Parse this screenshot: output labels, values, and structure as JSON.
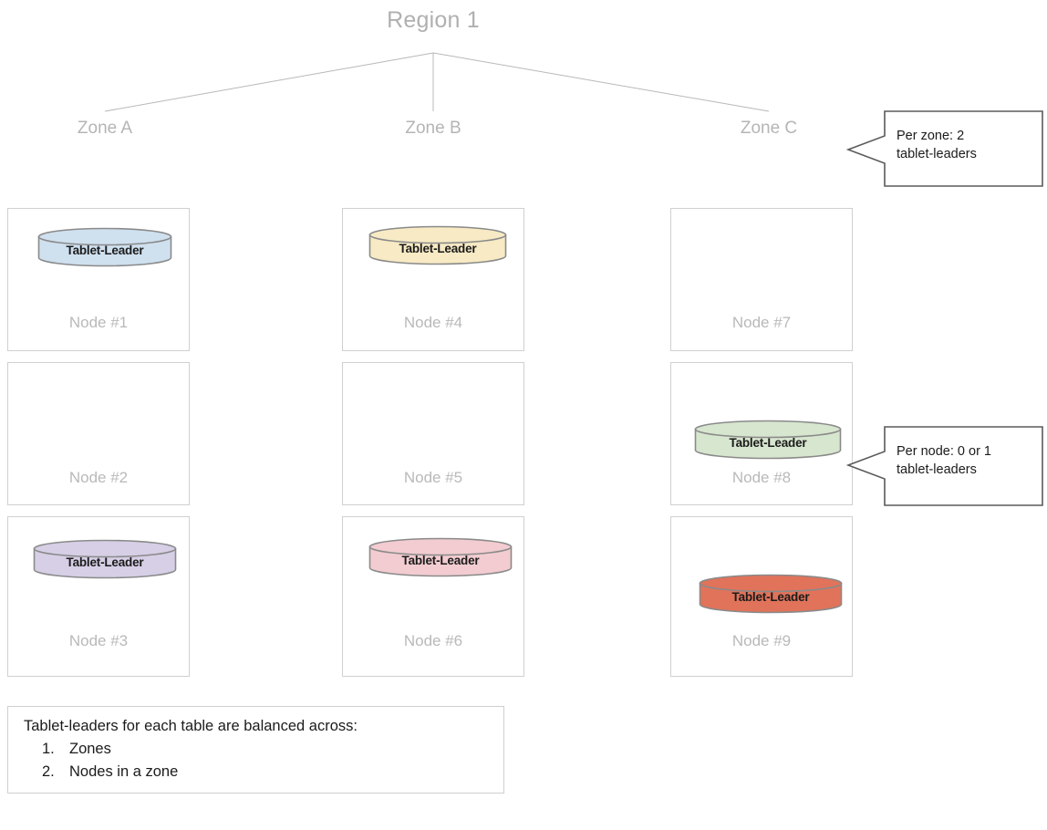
{
  "diagram": {
    "region_title": "Region 1",
    "zones": [
      {
        "label": "Zone A"
      },
      {
        "label": "Zone B"
      },
      {
        "label": "Zone C"
      }
    ],
    "cylinder_label": "Tablet-Leader",
    "nodes": [
      {
        "label": "Node #1",
        "zone": "Zone A",
        "has_leader": true,
        "color": "#cfe0ef",
        "border": "#8a8a8a"
      },
      {
        "label": "Node #2",
        "zone": "Zone A",
        "has_leader": false,
        "color": "",
        "border": ""
      },
      {
        "label": "Node #3",
        "zone": "Zone A",
        "has_leader": true,
        "color": "#d6cfe6",
        "border": "#8a8a8a"
      },
      {
        "label": "Node #4",
        "zone": "Zone B",
        "has_leader": true,
        "color": "#f7eac4",
        "border": "#8a8a8a"
      },
      {
        "label": "Node #5",
        "zone": "Zone B",
        "has_leader": false,
        "color": "",
        "border": ""
      },
      {
        "label": "Node #6",
        "zone": "Zone B",
        "has_leader": true,
        "color": "#f2ccd0",
        "border": "#8a8a8a"
      },
      {
        "label": "Node #7",
        "zone": "Zone C",
        "has_leader": false,
        "color": "",
        "border": ""
      },
      {
        "label": "Node #8",
        "zone": "Zone C",
        "has_leader": true,
        "color": "#d7e6cf",
        "border": "#8a8a8a"
      },
      {
        "label": "Node #9",
        "zone": "Zone C",
        "has_leader": true,
        "color": "#e0735a",
        "border": "#8a8a8a"
      }
    ],
    "callouts": [
      {
        "text": "Per zone: 2\ntablet-leaders",
        "points_to": "Zone C"
      },
      {
        "text": "Per node: 0 or 1\ntablet-leaders",
        "points_to": "Node #8"
      }
    ],
    "legend": {
      "title": "Tablet-leaders for each table are balanced across:",
      "items": [
        {
          "num": "1.",
          "text": "Zones"
        },
        {
          "num": "2.",
          "text": "Nodes in a zone"
        }
      ]
    },
    "colors": {
      "line": "#b8b8b8",
      "box_border": "#d0d0d0",
      "muted_text": "#b5b5b5",
      "body_text": "#1b1b1b",
      "callout_border": "#5a5a5a"
    }
  }
}
